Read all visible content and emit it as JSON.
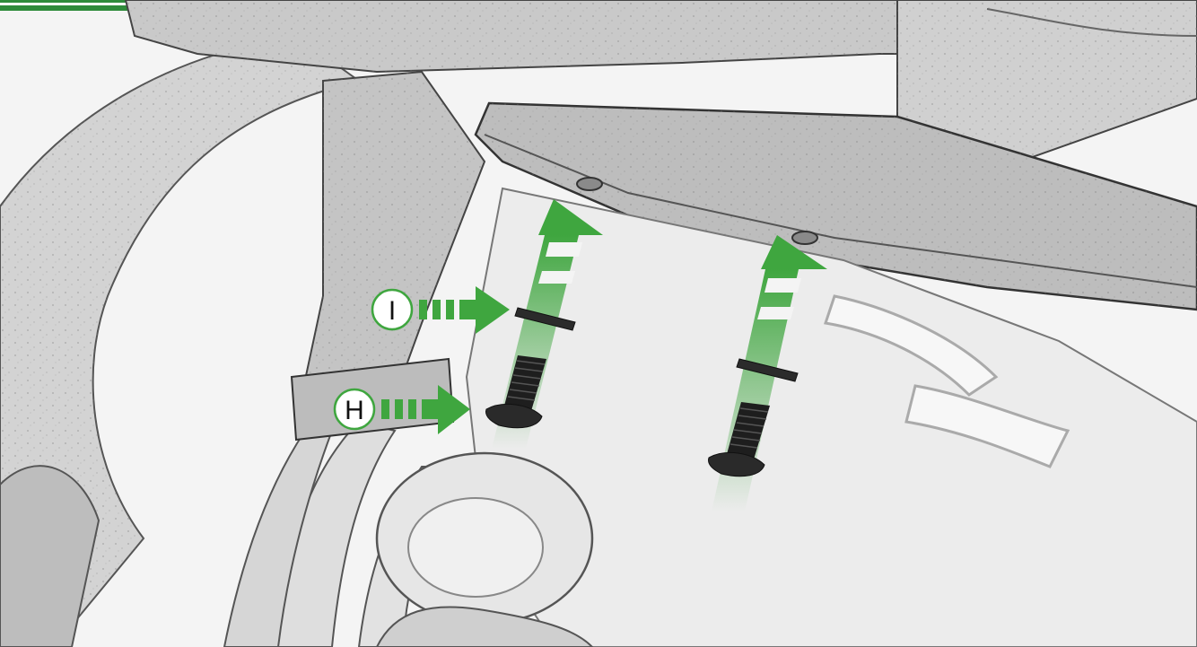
{
  "diagram": {
    "callouts": [
      {
        "id": "I",
        "label": "I",
        "part": "washer"
      },
      {
        "id": "H",
        "label": "H",
        "part": "bolt"
      }
    ],
    "colors": {
      "accent": "#3fa63f",
      "arrow": "#3fa63f",
      "header_line": "#3fa63f",
      "part_dark": "#1e1e1e",
      "sketch": "#6a6a6a",
      "background": "#f4f4f4"
    },
    "icons": {
      "install_arrow": "arrow-up-icon",
      "pointer_arrow": "arrow-right-icon",
      "bolt": "bolt-icon",
      "washer": "washer-icon"
    }
  }
}
